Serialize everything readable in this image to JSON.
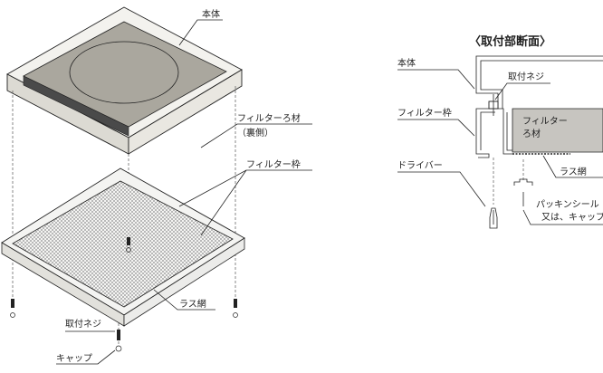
{
  "left_labels": {
    "body": "本体",
    "filter_material": "フィルターろ材",
    "back_side": "（裏側）",
    "filter_frame": "フィルター枠",
    "lath_net": "ラス網",
    "mounting_screw": "取付ネジ",
    "cap": "キャップ"
  },
  "section": {
    "title": "〈取付部断面〉",
    "body": "本体",
    "mounting_screw": "取付ネジ",
    "filter_frame": "フィルター枠",
    "filter_material_line1": "フィルター",
    "filter_material_line2": "ろ材",
    "lath_net": "ラス網",
    "driver": "ドライバー",
    "packing_line1": "パッキンシール",
    "packing_line2": "又は、キャップ"
  },
  "colors": {
    "body_top": "#f3f2ee",
    "body_inner": "#aaa79e",
    "filter_fill": "#c7c5c0",
    "mesh": "#7d7d7d"
  }
}
